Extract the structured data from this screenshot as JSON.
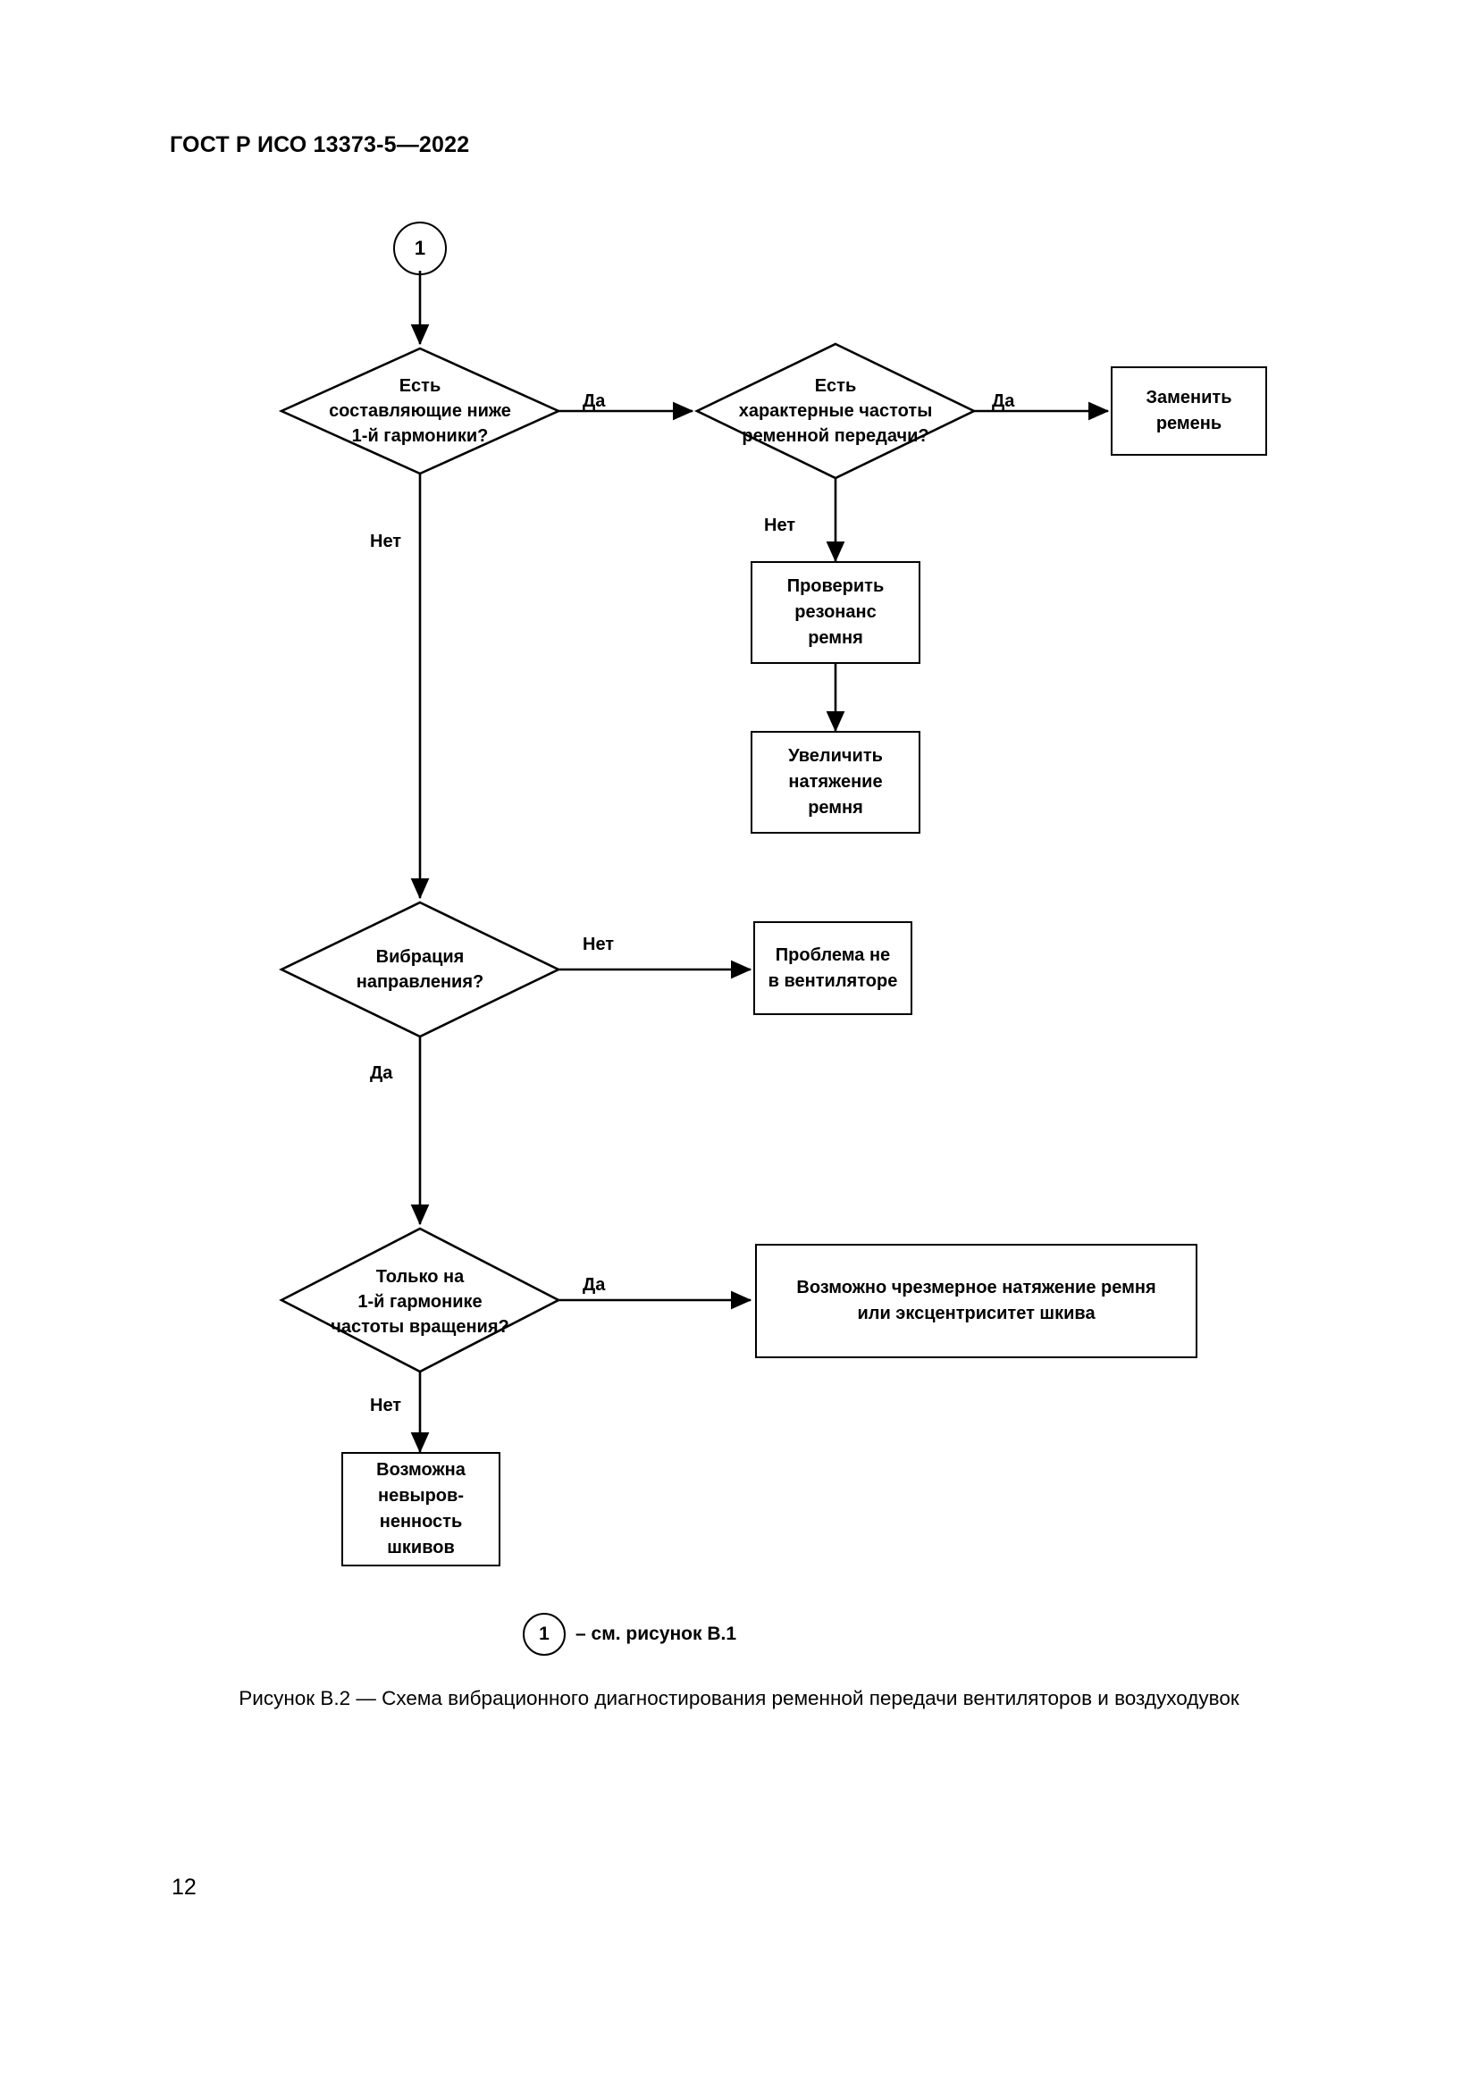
{
  "document": {
    "header": "ГОСТ Р ИСО 13373-5—2022",
    "page_number": "12",
    "figure_caption": "Рисунок В.2 — Схема вибрационного диагностирования ременной передачи вентиляторов и воздуходувок"
  },
  "legend": {
    "marker": "1",
    "text": "– см. рисунок В.1"
  },
  "flowchart": {
    "nodes": {
      "start_connector": "1",
      "decision_subharmonic": "Есть\nсоставляющие ниже\n1-й гармоники?",
      "decision_subharmonic_lines": [
        "Есть",
        "составляющие ниже",
        "1-й гармоники?"
      ],
      "decision_belt_freq_lines": [
        "Есть",
        "характерные частоты",
        "ременной передачи?"
      ],
      "box_replace_belt_lines": [
        "Заменить",
        "ремень"
      ],
      "box_check_resonance_lines": [
        "Проверить",
        "резонанс",
        "ремня"
      ],
      "box_increase_tension_lines": [
        "Увеличить",
        "натяжение",
        "ремня"
      ],
      "decision_vibration_dir_lines": [
        "Вибрация",
        "направления?"
      ],
      "box_not_fan_problem_lines": [
        "Проблема не",
        "в вентиляторе"
      ],
      "decision_first_harmonic_lines": [
        "Только на",
        "1-й гармонике",
        "частоты вращения?"
      ],
      "box_excess_tension_lines": [
        "Возможно чрезмерное натяжение ремня",
        "или эксцентриситет шкива"
      ],
      "box_misalignment_lines": [
        "Возможна",
        "невыров-",
        "ненность",
        "шкивов"
      ]
    },
    "edge_labels": {
      "yes_1": "Да",
      "no_1": "Нет",
      "yes_2": "Да",
      "no_2": "Нет",
      "no_3": "Нет",
      "yes_3": "Да",
      "yes_4": "Да",
      "no_4": "Нет"
    },
    "colors": {
      "stroke": "#000000",
      "fill": "#ffffff",
      "page_background": "#ffffff"
    }
  }
}
